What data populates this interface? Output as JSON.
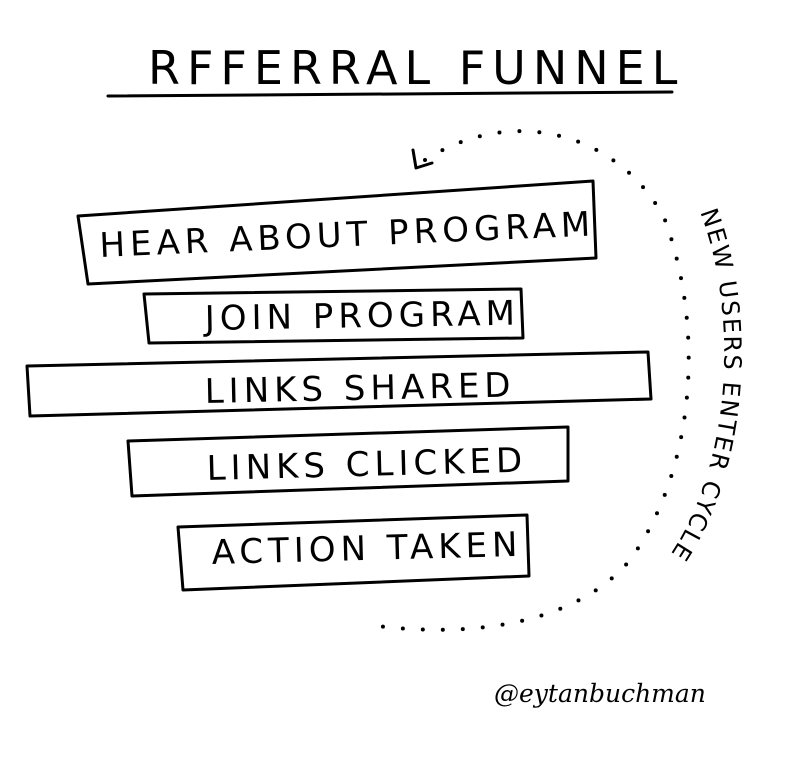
{
  "title": "RFFERRAL FUNNEL",
  "stages": [
    {
      "label": "HEAR ABOUT PROGRAM"
    },
    {
      "label": "JOIN PROGRAM"
    },
    {
      "label": "LINKS SHARED"
    },
    {
      "label": "LINKS CLICKED"
    },
    {
      "label": "ACTION TAKEN"
    }
  ],
  "cycle_label": "NEW USERS ENTER CYCLE",
  "credit": "@eytanbuchman",
  "colors": {
    "ink": "#000000",
    "paper": "#ffffff"
  }
}
